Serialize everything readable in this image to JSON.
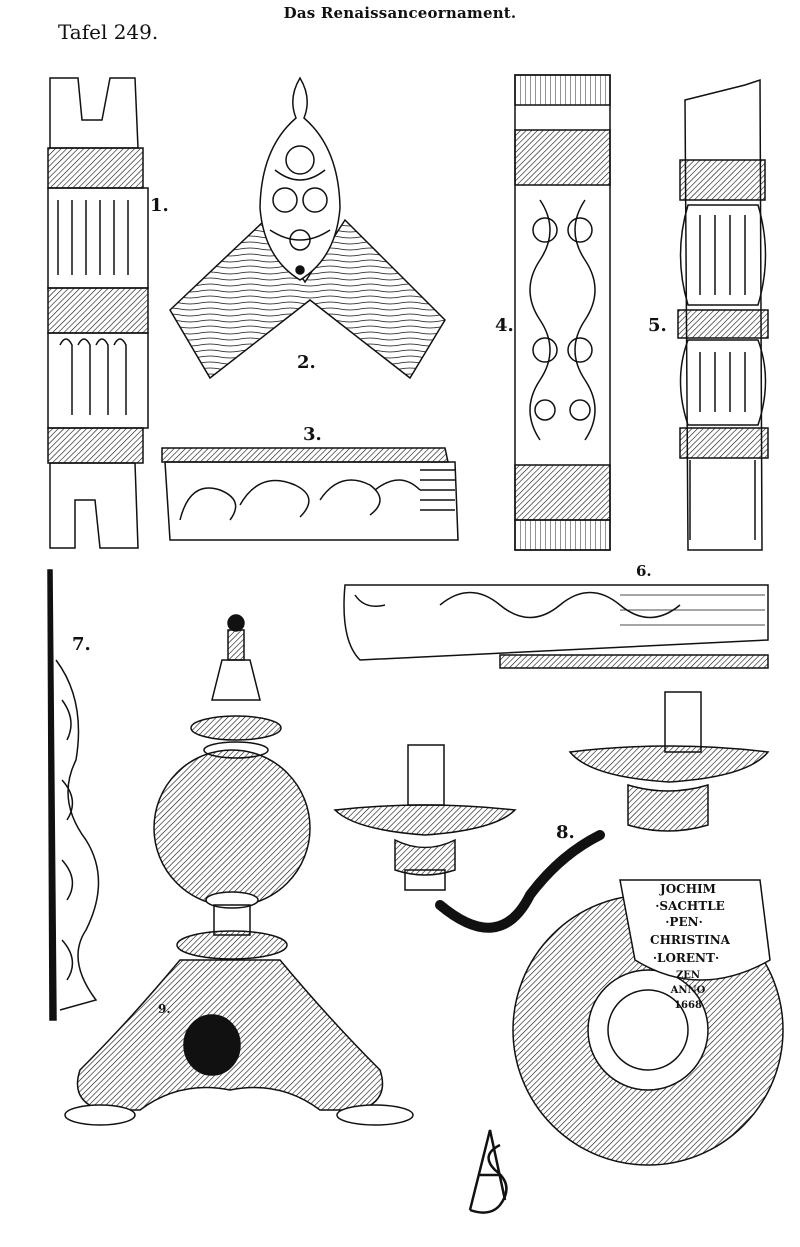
{
  "header": {
    "title": "Das Renaissanceornament.",
    "plate": "Tafel 249."
  },
  "figures": [
    {
      "number": "1."
    },
    {
      "number": "2."
    },
    {
      "number": "3."
    },
    {
      "number": "4."
    },
    {
      "number": "5."
    },
    {
      "number": "6."
    },
    {
      "number": "7."
    },
    {
      "number": "8."
    },
    {
      "number": "9."
    }
  ],
  "inscription": {
    "lines": [
      "JOCHIM",
      "·SACHTLE",
      "·PEN·",
      "CHRISTINA",
      "·LORENT·",
      "ZEN",
      "ANNO",
      "1668"
    ]
  },
  "icons": [
    "monogram-icon"
  ]
}
